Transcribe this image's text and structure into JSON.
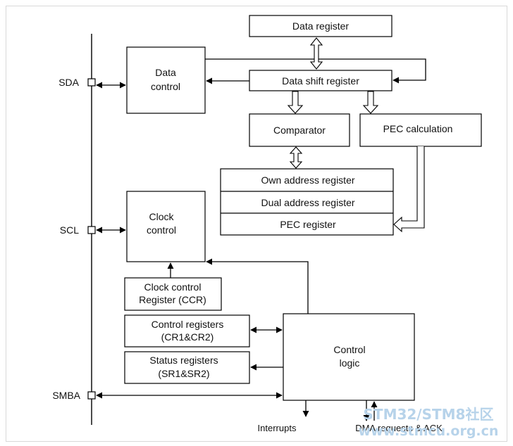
{
  "pins": {
    "sda": "SDA",
    "scl": "SCL",
    "smba": "SMBA"
  },
  "blocks": {
    "data_register": "Data register",
    "data_shift_register": "Data shift register",
    "data_control": [
      "Data",
      "control"
    ],
    "comparator": "Comparator",
    "pec_calculation": "PEC calculation",
    "own_address_register": "Own address register",
    "dual_address_register": "Dual address register",
    "pec_register": "PEC register",
    "clock_control": [
      "Clock",
      "control"
    ],
    "clock_control_register": [
      "Clock control",
      "Register (CCR)"
    ],
    "control_registers": [
      "Control registers",
      "(CR1&CR2)"
    ],
    "status_registers": [
      "Status registers",
      "(SR1&SR2)"
    ],
    "control_logic": [
      "Control",
      "logic"
    ]
  },
  "outputs": {
    "interrupts": "Interrupts",
    "dma": "DMA requests & ACK"
  },
  "watermark": {
    "line1": "STM32/STM8社区",
    "line2": "www.stmcu.org.cn"
  }
}
